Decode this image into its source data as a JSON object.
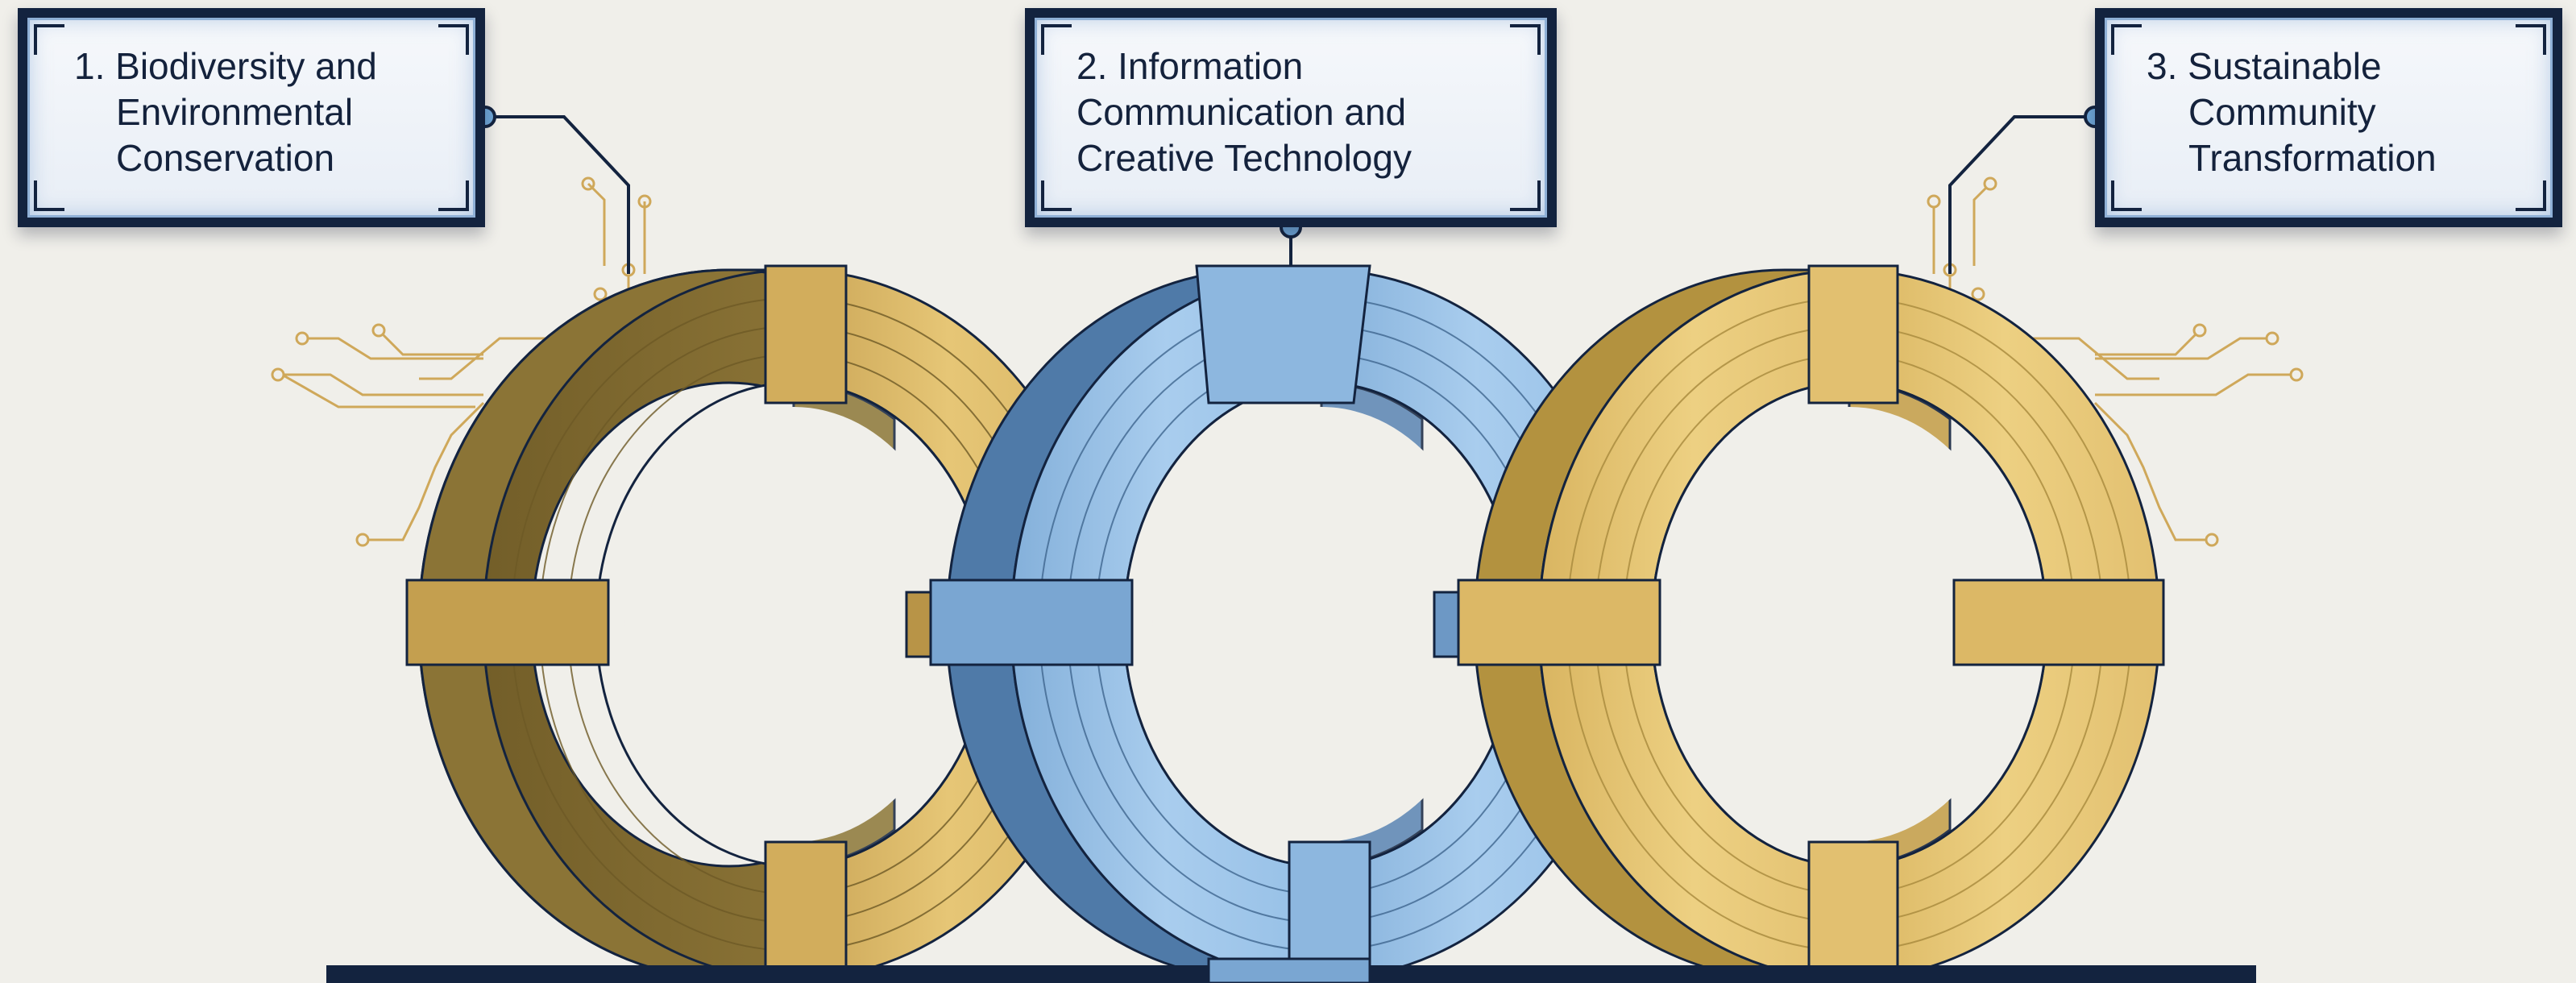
{
  "labels": [
    {
      "id": "biodiversity",
      "lines": [
        "1. Biodiversity and",
        "Environmental",
        "Conservation"
      ]
    },
    {
      "id": "ict",
      "lines": [
        "2. Information",
        "Communication and",
        "Creative Technology"
      ]
    },
    {
      "id": "community",
      "lines": [
        "3. Sustainable",
        "Community",
        "Transformation"
      ]
    }
  ],
  "colors": {
    "background": "#f0efea",
    "navy": "#13233f",
    "gold_light": "#e2bf6b",
    "gold_dark": "#8b7436",
    "blue_light": "#9cc3e6",
    "blue_dark": "#4f7aa8",
    "circuit_gold": "#cfa85a"
  },
  "icons": [
    "circuit-trace",
    "connector-node"
  ]
}
